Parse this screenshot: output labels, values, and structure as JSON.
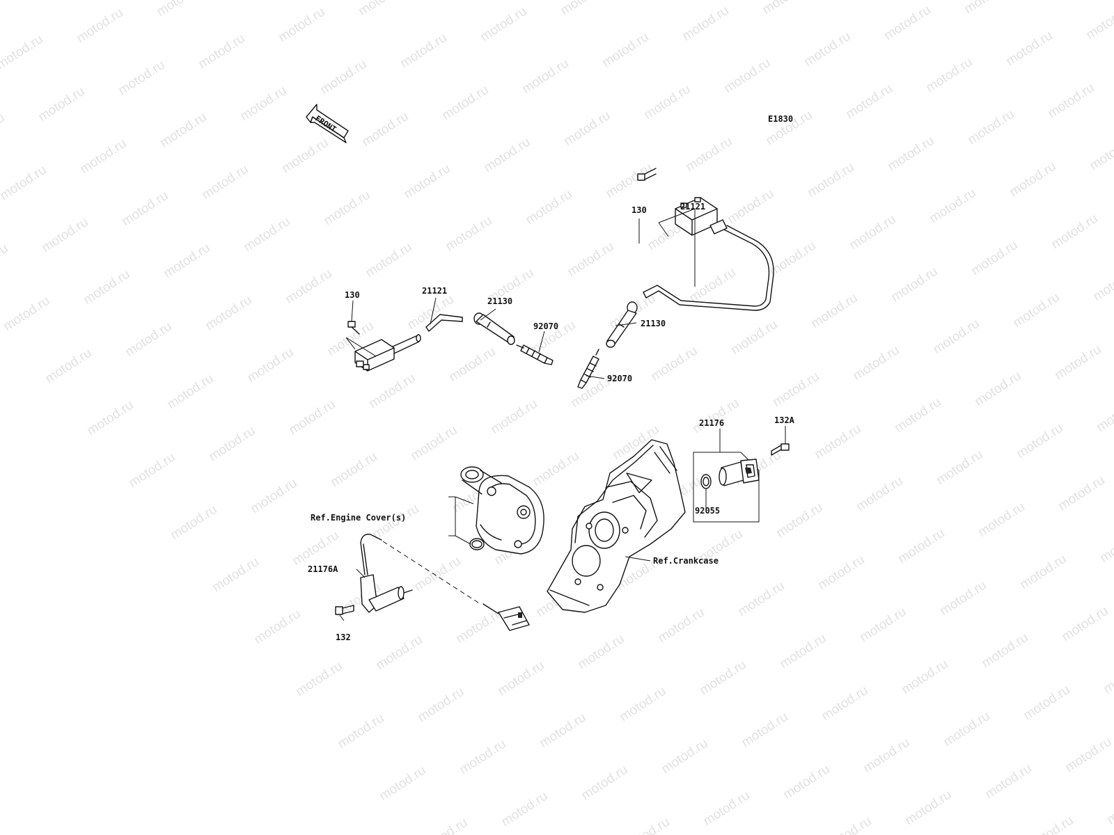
{
  "watermark": {
    "text": "motod.ru"
  },
  "diagram_code": "E1830",
  "front_arrow": {
    "text": "FRONT"
  },
  "callouts": {
    "bolt_130_left": "130",
    "bolt_130_right": "130",
    "lead_21121_left": "21121",
    "lead_21121_right": "21121",
    "cap_21130_left": "21130",
    "cap_21130_right": "21130",
    "plug_92070_left": "92070",
    "plug_92070_right": "92070",
    "sensor_21176": "21176",
    "bolt_132A": "132A",
    "oring_92055": "92055",
    "ref_engine_cover": "Ref.Engine Cover(s)",
    "ref_crankcase": "Ref.Crankcase",
    "sensor_21176A": "21176A",
    "bolt_132": "132"
  }
}
